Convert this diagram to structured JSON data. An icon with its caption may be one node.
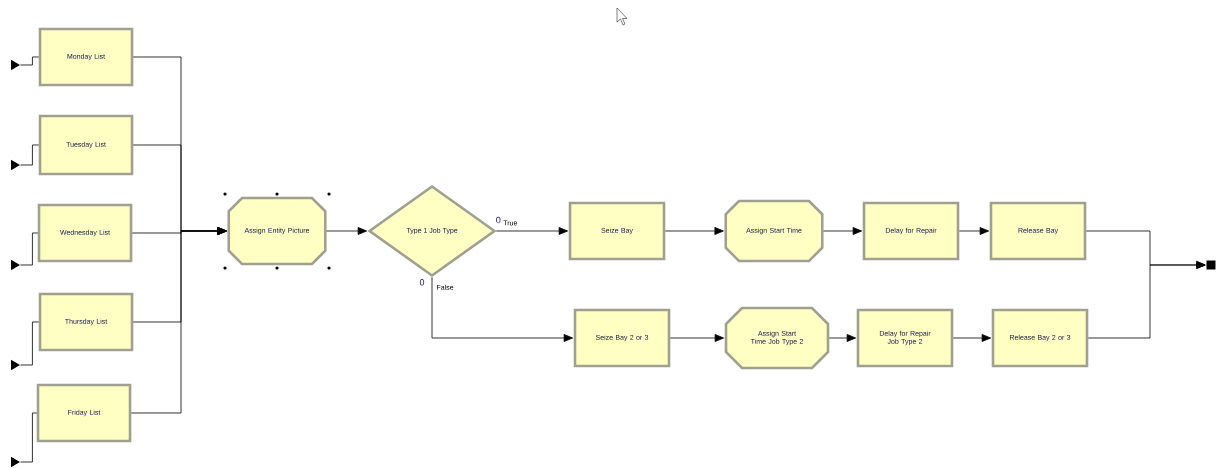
{
  "diagram": {
    "nodes": [
      {
        "text": [
          "Monday List"
        ]
      },
      {
        "text": [
          "Tuesday List"
        ]
      },
      {
        "text": [
          "Wednesday List"
        ]
      },
      {
        "text": [
          "Thursday List"
        ]
      },
      {
        "text": [
          "Friday List"
        ]
      },
      {
        "text": [],
        "shape": "triangle"
      },
      {
        "text": [],
        "shape": "triangle"
      },
      {
        "text": [],
        "shape": "triangle"
      },
      {
        "text": [],
        "shape": "triangle"
      },
      {
        "text": [],
        "shape": "triangle"
      },
      {
        "text": [
          "Assign Entity Picture"
        ]
      },
      {
        "text": [
          "Type 1 Job Type"
        ],
        "beside": [
          "0",
          "0"
        ]
      },
      {
        "text": [
          "Seize Bay"
        ]
      },
      {
        "text": [
          "Assign Start Time"
        ]
      },
      {
        "text": [
          "Delay for Repair"
        ]
      },
      {
        "text": [
          "Release Bay"
        ]
      },
      {
        "text": [
          "Seize Bay 2 or 3"
        ]
      },
      {
        "text": [
          "Assign Start Time Job Type 2"
        ]
      },
      {
        "text": [
          "Delay for Repair Job Type 2"
        ]
      },
      {
        "text": [
          "Release Bay 2 or 3"
        ]
      },
      {
        "text": [],
        "shape": "box"
      }
    ],
    "edges": [
      {
        "from": 5,
        "to": 0,
        "arrow": "none"
      },
      {
        "from": 6,
        "to": 1,
        "arrow": "none"
      },
      {
        "from": 7,
        "to": 2,
        "arrow": "none"
      },
      {
        "from": 8,
        "to": 3,
        "arrow": "none"
      },
      {
        "from": 9,
        "to": 4,
        "arrow": "none"
      },
      {
        "from": 0,
        "to": 10,
        "arrow": "to"
      },
      {
        "from": 1,
        "to": 10,
        "arrow": "to"
      },
      {
        "from": 2,
        "to": 10,
        "arrow": "to"
      },
      {
        "from": 3,
        "to": 10,
        "arrow": "to"
      },
      {
        "from": 4,
        "to": 10,
        "arrow": "to"
      },
      {
        "from": 10,
        "to": 11,
        "arrow": "to"
      },
      {
        "from": 11,
        "to": 12,
        "arrow": "to",
        "label": "True"
      },
      {
        "from": 11,
        "to": 16,
        "arrow": "to",
        "label": "False"
      },
      {
        "from": 12,
        "to": 13,
        "arrow": "to"
      },
      {
        "from": 13,
        "to": 14,
        "arrow": "to"
      },
      {
        "from": 14,
        "to": 15,
        "arrow": "to"
      },
      {
        "from": 16,
        "to": 17,
        "arrow": "to"
      },
      {
        "from": 17,
        "to": 18,
        "arrow": "to"
      },
      {
        "from": 18,
        "to": 19,
        "arrow": "to"
      },
      {
        "from": 15,
        "to": 20,
        "arrow": "to"
      },
      {
        "from": 19,
        "to": 20,
        "arrow": "to"
      }
    ]
  }
}
